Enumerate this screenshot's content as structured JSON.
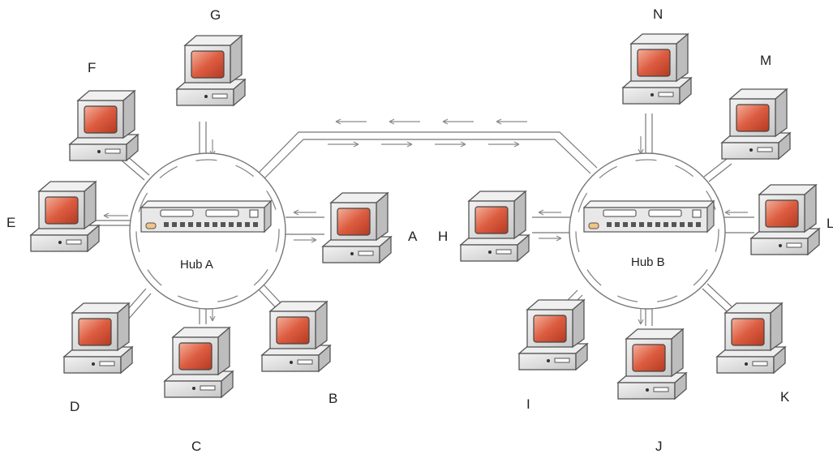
{
  "hubs": [
    {
      "id": "hub-a",
      "label": "Hub A"
    },
    {
      "id": "hub-b",
      "label": "Hub B"
    }
  ],
  "computers": [
    {
      "id": "A",
      "label": "A",
      "hub": "hub-a"
    },
    {
      "id": "B",
      "label": "B",
      "hub": "hub-a"
    },
    {
      "id": "C",
      "label": "C",
      "hub": "hub-a"
    },
    {
      "id": "D",
      "label": "D",
      "hub": "hub-a"
    },
    {
      "id": "E",
      "label": "E",
      "hub": "hub-a"
    },
    {
      "id": "F",
      "label": "F",
      "hub": "hub-a"
    },
    {
      "id": "G",
      "label": "G",
      "hub": "hub-a"
    },
    {
      "id": "H",
      "label": "H",
      "hub": "hub-b"
    },
    {
      "id": "I",
      "label": "I",
      "hub": "hub-b"
    },
    {
      "id": "J",
      "label": "J",
      "hub": "hub-b"
    },
    {
      "id": "K",
      "label": "K",
      "hub": "hub-b"
    },
    {
      "id": "L",
      "label": "L",
      "hub": "hub-b"
    },
    {
      "id": "M",
      "label": "M",
      "hub": "hub-b"
    },
    {
      "id": "N",
      "label": "N",
      "hub": "hub-b"
    }
  ],
  "colors": {
    "screen": "#d9553a",
    "screen_glow": "#f2a68e",
    "monitor_body": "#e6e6e6",
    "outline": "#555555",
    "cable": "#777777",
    "arrow": "#8a8a8a"
  }
}
